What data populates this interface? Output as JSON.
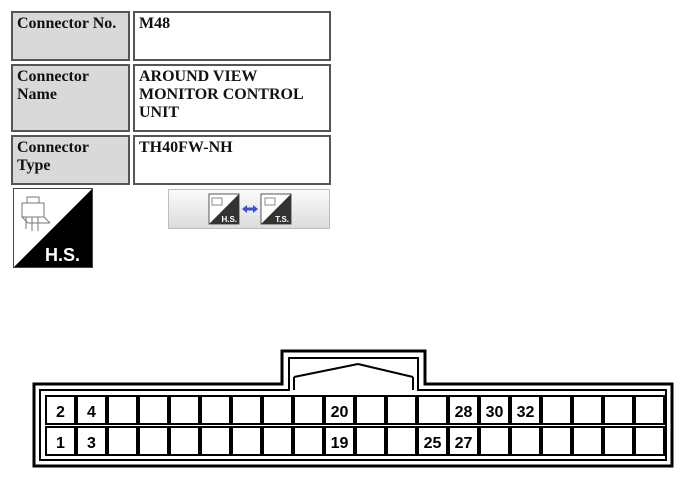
{
  "connector": {
    "no_label": "Connector No.",
    "no_value": "M48",
    "name_label": "Connector Name",
    "name_value": "AROUND VIEW MONITOR CONTROL UNIT",
    "type_label": "Connector Type",
    "type_value": "TH40FW-NH"
  },
  "badges": {
    "hs": "H.S.",
    "toggle_hs": "H.S.",
    "toggle_ts": "T.S."
  },
  "pins": {
    "top_row": [
      "2",
      "4",
      "",
      "",
      "",
      "",
      "",
      "",
      "",
      "20",
      "",
      "",
      "",
      "28",
      "30",
      "32",
      "",
      "",
      "",
      ""
    ],
    "bottom_row": [
      "1",
      "3",
      "",
      "",
      "",
      "",
      "",
      "",
      "",
      "19",
      "",
      "",
      "25",
      "27",
      "",
      "",
      "",
      "",
      "",
      ""
    ]
  }
}
